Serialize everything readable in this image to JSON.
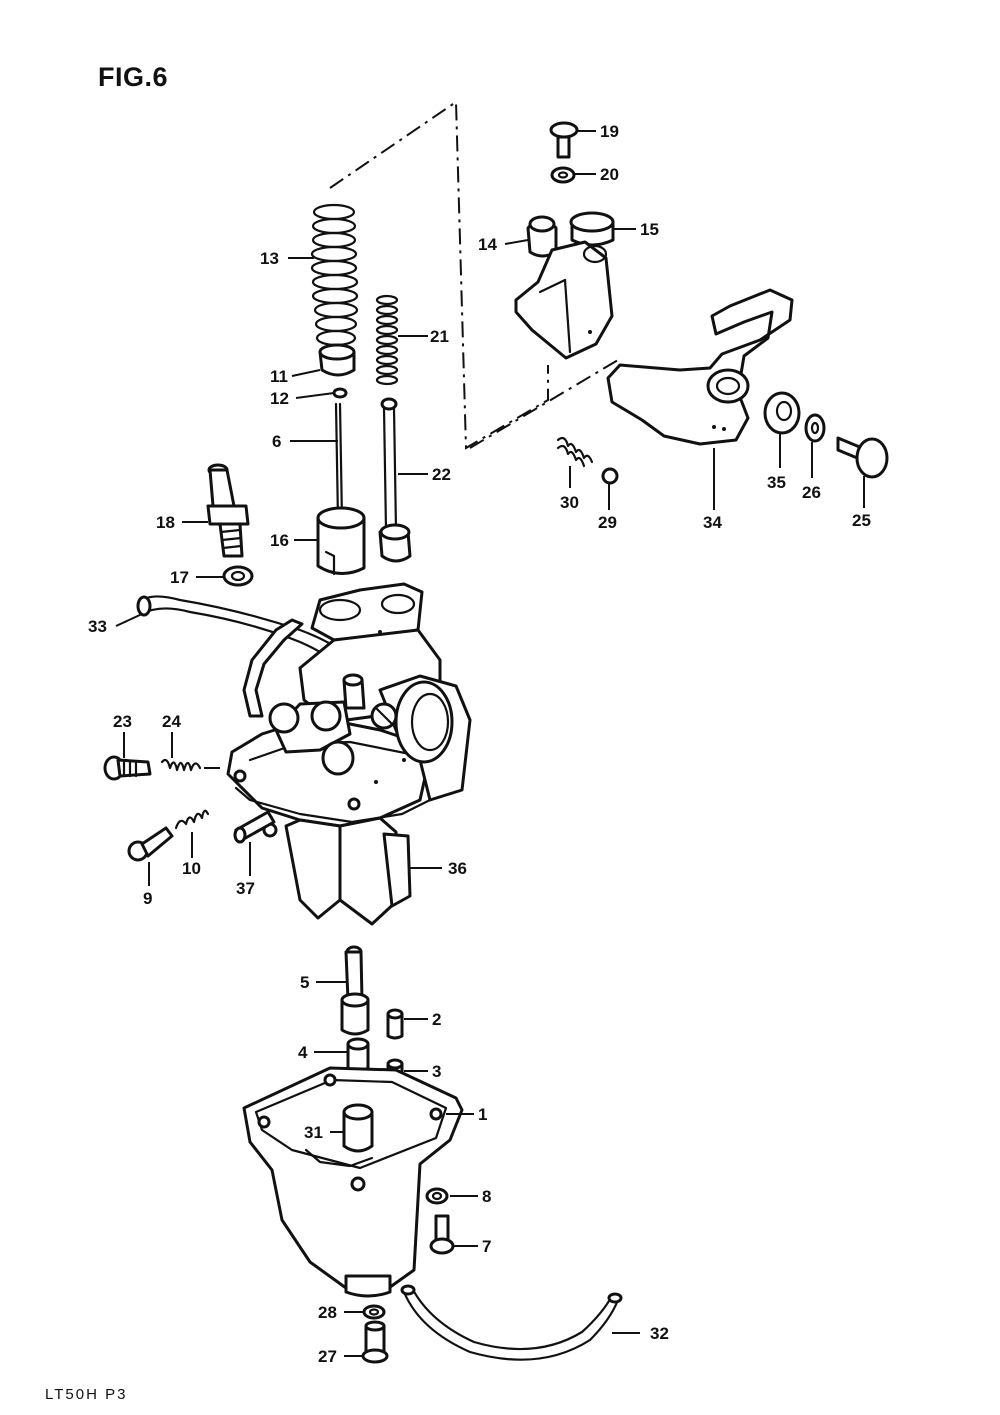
{
  "figure": {
    "title": "FIG.6",
    "footer": "LT50H P3"
  },
  "callouts": [
    {
      "id": "c1",
      "label": "1"
    },
    {
      "id": "c2",
      "label": "2"
    },
    {
      "id": "c3",
      "label": "3"
    },
    {
      "id": "c4",
      "label": "4"
    },
    {
      "id": "c5",
      "label": "5"
    },
    {
      "id": "c6",
      "label": "6"
    },
    {
      "id": "c7",
      "label": "7"
    },
    {
      "id": "c8",
      "label": "8"
    },
    {
      "id": "c9",
      "label": "9"
    },
    {
      "id": "c10",
      "label": "10"
    },
    {
      "id": "c11",
      "label": "11"
    },
    {
      "id": "c12",
      "label": "12"
    },
    {
      "id": "c13",
      "label": "13"
    },
    {
      "id": "c14",
      "label": "14"
    },
    {
      "id": "c15",
      "label": "15"
    },
    {
      "id": "c16",
      "label": "16"
    },
    {
      "id": "c17",
      "label": "17"
    },
    {
      "id": "c18",
      "label": "18"
    },
    {
      "id": "c19",
      "label": "19"
    },
    {
      "id": "c20",
      "label": "20"
    },
    {
      "id": "c21",
      "label": "21"
    },
    {
      "id": "c22",
      "label": "22"
    },
    {
      "id": "c23",
      "label": "23"
    },
    {
      "id": "c24",
      "label": "24"
    },
    {
      "id": "c25",
      "label": "25"
    },
    {
      "id": "c26",
      "label": "26"
    },
    {
      "id": "c27",
      "label": "27"
    },
    {
      "id": "c28",
      "label": "28"
    },
    {
      "id": "c29",
      "label": "29"
    },
    {
      "id": "c30",
      "label": "30"
    },
    {
      "id": "c31",
      "label": "31"
    },
    {
      "id": "c32",
      "label": "32"
    },
    {
      "id": "c33",
      "label": "33"
    },
    {
      "id": "c34",
      "label": "34"
    },
    {
      "id": "c35",
      "label": "35"
    },
    {
      "id": "c36",
      "label": "36"
    },
    {
      "id": "c37",
      "label": "37"
    }
  ]
}
